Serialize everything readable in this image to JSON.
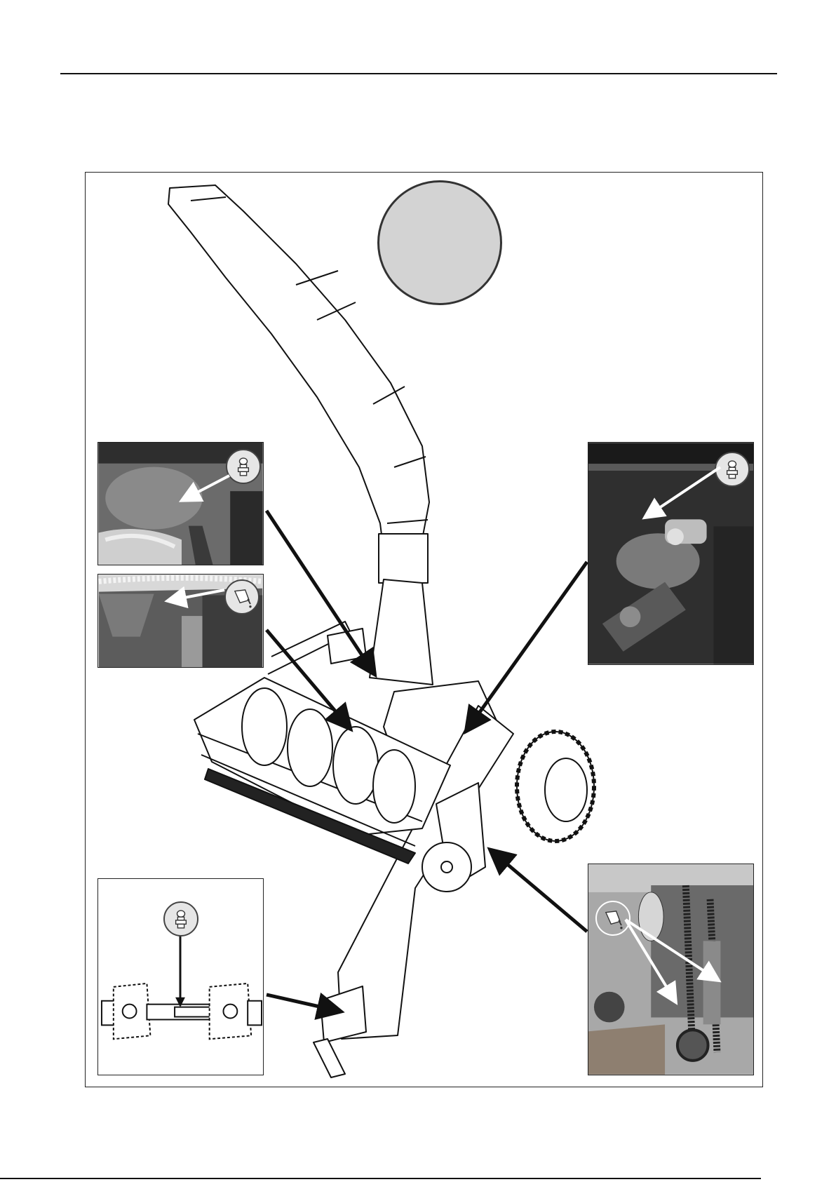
{
  "page": {
    "background": "#ffffff",
    "line_color": "#111111"
  },
  "figure": {
    "center_disc_color": "#d3d3d3",
    "badge_color": "#e6e6e6",
    "insets": [
      {
        "position": "top-left",
        "icon": "grease-nipple-icon"
      },
      {
        "position": "middle-left",
        "icon": "oil-can-icon"
      },
      {
        "position": "top-right",
        "icon": "grease-nipple-icon"
      },
      {
        "position": "bottom-right",
        "icon": "oil-can-icon"
      },
      {
        "position": "bottom-left",
        "icon": "grease-nipple-icon"
      }
    ]
  }
}
